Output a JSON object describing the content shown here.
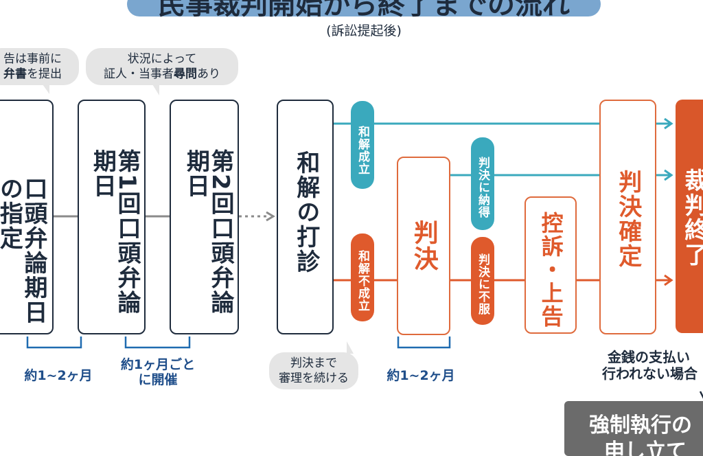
{
  "title": "民事裁判開始から終了までの流れ",
  "subtitle": "(訴訟提起後)",
  "bubbles": {
    "left": {
      "line1": "告は事前に",
      "line2_bold": "弁書",
      "line2_rest": "を提出"
    },
    "middle": {
      "line1": "状況によって",
      "line2_pre": "証人・当事者",
      "line2_bold": "尋問",
      "line2_post": "あり"
    },
    "bottom": {
      "line1": "判決まで",
      "line2": "審理を続ける"
    }
  },
  "boxes": {
    "designation": "口頭弁論期日の指定",
    "first": "第1回口頭弁論期日",
    "second": "第2回口頭弁論期日",
    "settlement": "和解の打診",
    "judgment": "判決",
    "appeal": "控訴・上告",
    "final": "判決確定",
    "end": "裁判終了"
  },
  "pills": {
    "settled": "和解成立",
    "not_settled": "和解不成立",
    "accept": "判決に納得",
    "dissatisfied": "判決に不服"
  },
  "durations": {
    "d1": "約1~2ヶ月",
    "d2_line1": "約1ヶ月ごと",
    "d2_line2": "に開催",
    "d3": "約1~2ヶ月"
  },
  "note": {
    "line1": "金銭の支払い",
    "line2": "行われない場合"
  },
  "enforcement": {
    "line1": "強制執行の",
    "line2": "申し立て"
  },
  "colors": {
    "navy": "#1e2b3c",
    "teal": "#3aa9bd",
    "orange": "#df5a2c",
    "gray": "#e5e5e5",
    "blue_label": "#1f4e8a"
  }
}
